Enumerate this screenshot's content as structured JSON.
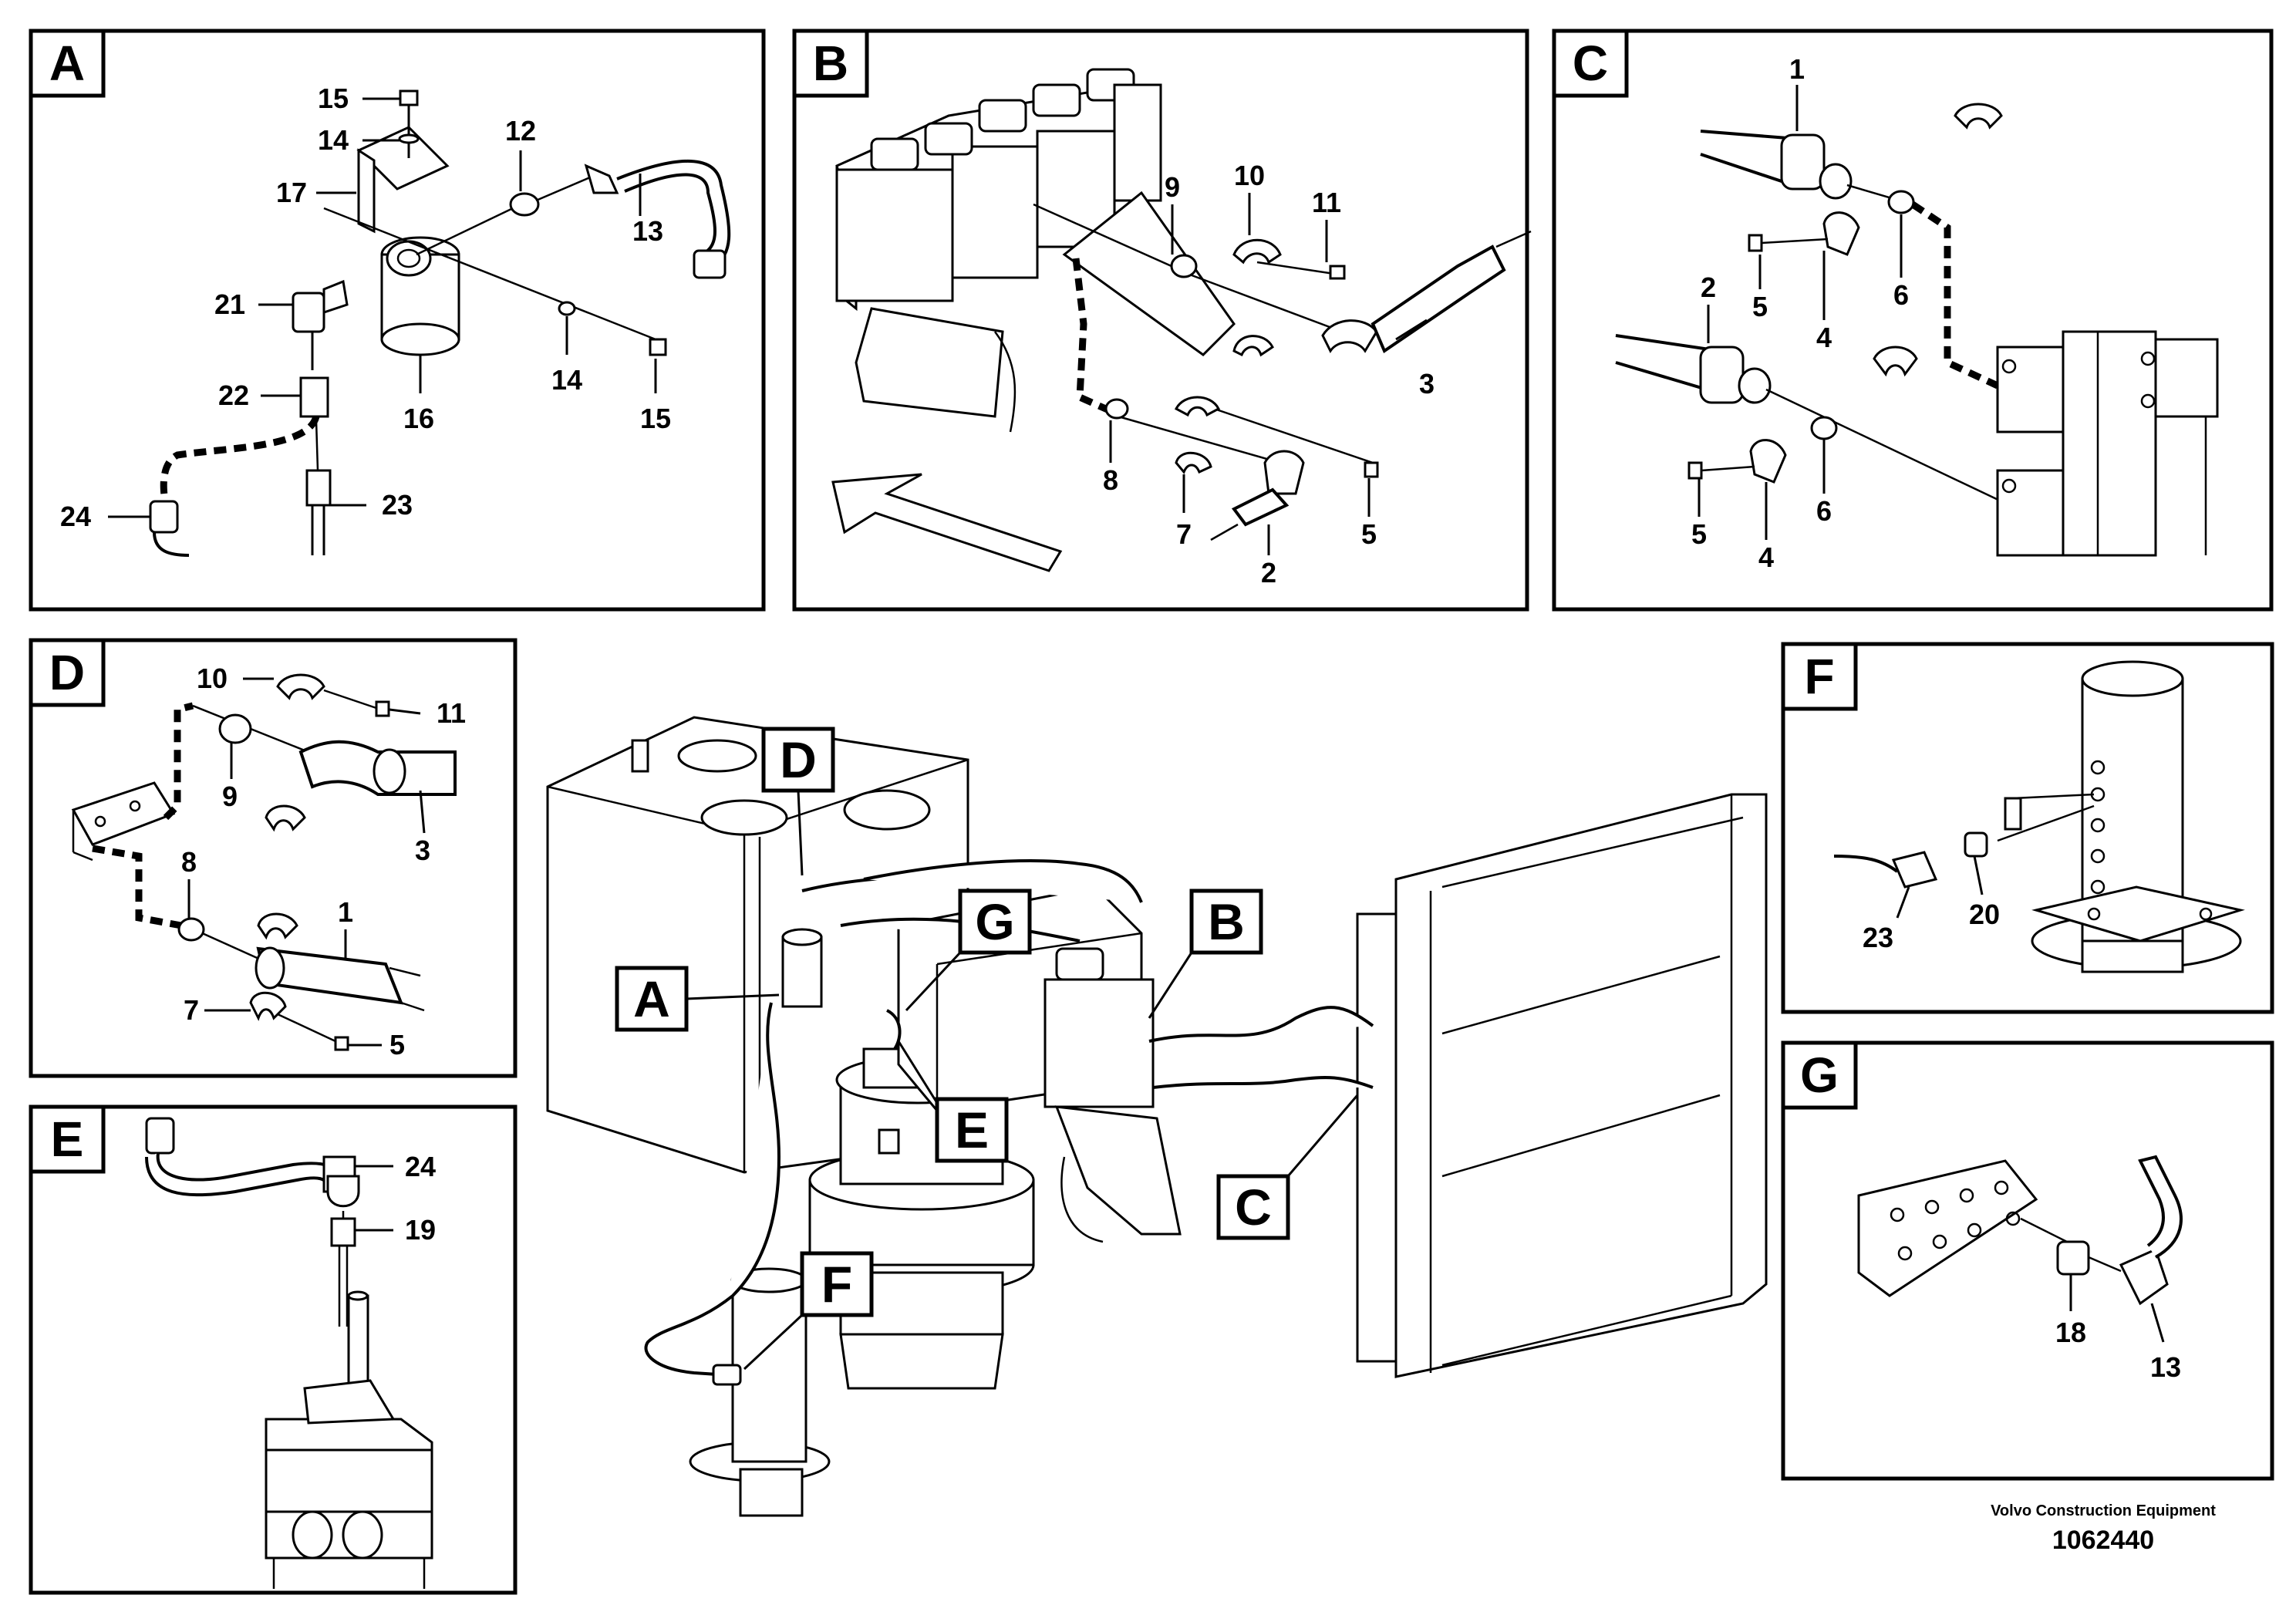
{
  "panels": [
    {
      "letter": "A",
      "labels": [
        "15",
        "14",
        "17",
        "12",
        "13",
        "21",
        "22",
        "16",
        "14",
        "15",
        "24",
        "23"
      ]
    },
    {
      "letter": "B",
      "labels": [
        "9",
        "10",
        "11",
        "3",
        "8",
        "7",
        "2",
        "5"
      ]
    },
    {
      "letter": "C",
      "labels": [
        "1",
        "5",
        "4",
        "6",
        "2",
        "5",
        "4",
        "6"
      ]
    },
    {
      "letter": "D",
      "labels": [
        "10",
        "11",
        "9",
        "3",
        "8",
        "1",
        "7",
        "5"
      ]
    },
    {
      "letter": "E",
      "labels": [
        "24",
        "19"
      ]
    },
    {
      "letter": "F",
      "labels": [
        "23",
        "20"
      ]
    },
    {
      "letter": "G",
      "labels": [
        "18",
        "13"
      ]
    }
  ],
  "callouts": [
    "D",
    "G",
    "B",
    "A",
    "E",
    "C",
    "F"
  ],
  "footer": {
    "company": "Volvo Construction Equipment",
    "drawing_number": "1062440"
  }
}
